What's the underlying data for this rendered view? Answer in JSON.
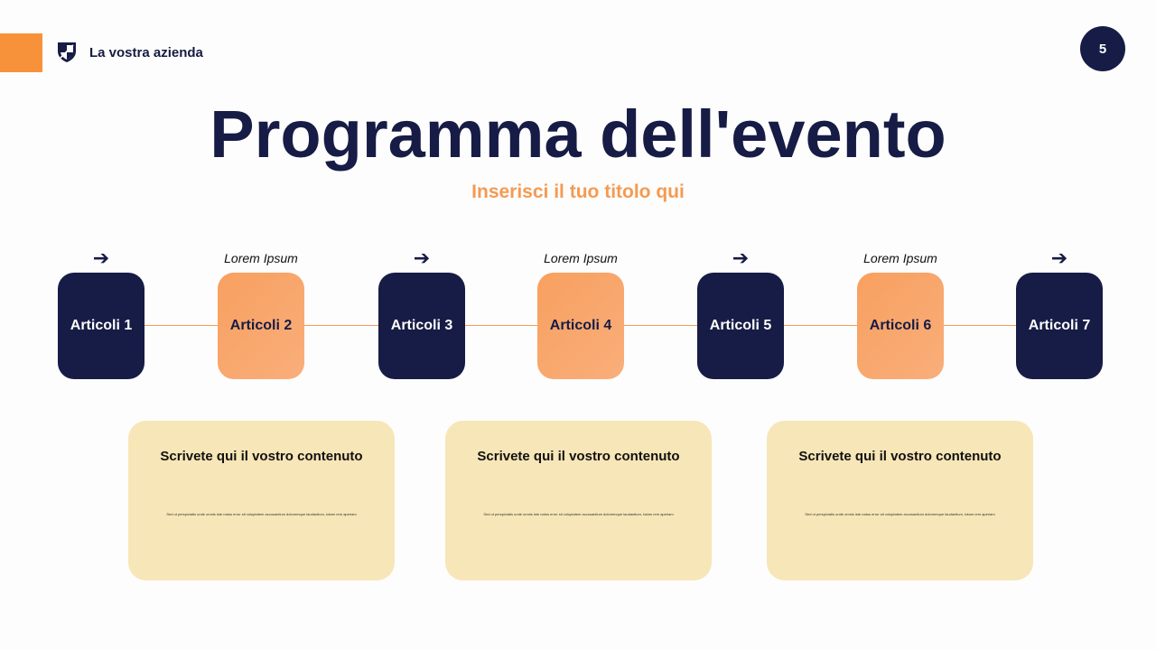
{
  "header": {
    "company_name": "La vostra azienda",
    "logo_icon": "shield-icon",
    "page_number": "5",
    "accent_color": "#f7923b",
    "brand_color": "#161c45"
  },
  "main": {
    "title": "Programma dell'evento",
    "subtitle": "Inserisci il tuo titolo qui"
  },
  "timeline": {
    "line_color": "#f29b5a",
    "steps": [
      {
        "label": "Articoli 1",
        "marker": "arrow",
        "arrow": "➔",
        "caption": "",
        "style": "dark"
      },
      {
        "label": "Articoli 2",
        "marker": "caption",
        "arrow": "",
        "caption": "Lorem Ipsum",
        "style": "light"
      },
      {
        "label": "Articoli 3",
        "marker": "arrow",
        "arrow": "➔",
        "caption": "",
        "style": "dark"
      },
      {
        "label": "Articoli 4",
        "marker": "caption",
        "arrow": "",
        "caption": "Lorem Ipsum",
        "style": "light"
      },
      {
        "label": "Articoli 5",
        "marker": "arrow",
        "arrow": "➔",
        "caption": "",
        "style": "dark"
      },
      {
        "label": "Articoli 6",
        "marker": "caption",
        "arrow": "",
        "caption": "Lorem Ipsum",
        "style": "light"
      },
      {
        "label": "Articoli 7",
        "marker": "arrow",
        "arrow": "➔",
        "caption": "",
        "style": "dark"
      }
    ]
  },
  "cards": [
    {
      "title": "Scrivete qui il vostro contenuto",
      "body": "Sed ut perspiciatis unde omnis iste natus error sit voluptatem accusantium doloremque laudantium, totam rem aperiam"
    },
    {
      "title": "Scrivete qui il vostro contenuto",
      "body": "Sed ut perspiciatis unde omnis iste natus error sit voluptatem accusantium doloremque laudantium, totam rem aperiam"
    },
    {
      "title": "Scrivete qui il vostro contenuto",
      "body": "Sed ut perspiciatis unde omnis iste natus error sit voluptatem accusantium doloremque laudantium, totam rem aperiam"
    }
  ]
}
